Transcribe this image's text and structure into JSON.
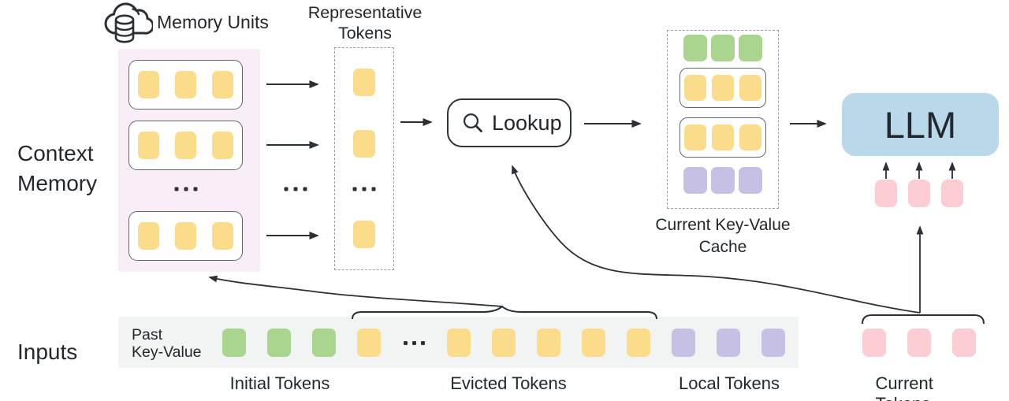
{
  "colors": {
    "yellow": "#fbdc8b",
    "green": "#a9d58f",
    "purple": "#c6c0e4",
    "pink": "#fccdd2",
    "llm_blue": "#b9d9ea",
    "memory_bg": "#f9eef7",
    "strip_bg": "#f2f4f3",
    "outline": "#2b2f36",
    "box_border": "#62666d",
    "dashed_border": "#9aa0a6"
  },
  "left": {
    "context_line1": "Context",
    "context_line2": "Memory",
    "inputs": "Inputs"
  },
  "memory": {
    "title": "Memory Units",
    "ellipsis": "...",
    "unit_tokens": {
      "count": 3,
      "color": "yellow"
    }
  },
  "mid_ellipsis": "...",
  "representative": {
    "line1": "Representative",
    "line2": "Tokens",
    "ellipsis": "...",
    "column": {
      "count": 3,
      "color": "yellow"
    }
  },
  "flow": {
    "lookup_label": "Lookup",
    "lookup_icon": "magnifier-icon"
  },
  "cache": {
    "label_line1": "Current Key-Value",
    "label_line2": "Cache",
    "green_row": {
      "count": 3,
      "color": "green"
    },
    "yellow_row": {
      "count": 3,
      "color": "yellow"
    },
    "purple_row": {
      "count": 3,
      "color": "purple"
    }
  },
  "llm": {
    "label": "LLM",
    "input_tokens": {
      "count": 3,
      "color": "pink"
    }
  },
  "inputs_row": {
    "past_line1": "Past",
    "past_line2": "Key-Value",
    "ellipsis": "...",
    "tokens": {
      "items": [
        "green",
        "green",
        "green",
        "yellow",
        "dots",
        "yellow",
        "yellow",
        "yellow",
        "yellow",
        "yellow",
        "purple",
        "purple",
        "purple"
      ]
    },
    "current": {
      "count": 3,
      "color": "pink"
    }
  },
  "captions": {
    "initial": "Initial Tokens",
    "evicted": "Evicted Tokens",
    "local": "Local Tokens",
    "current": "Current Tokens"
  }
}
